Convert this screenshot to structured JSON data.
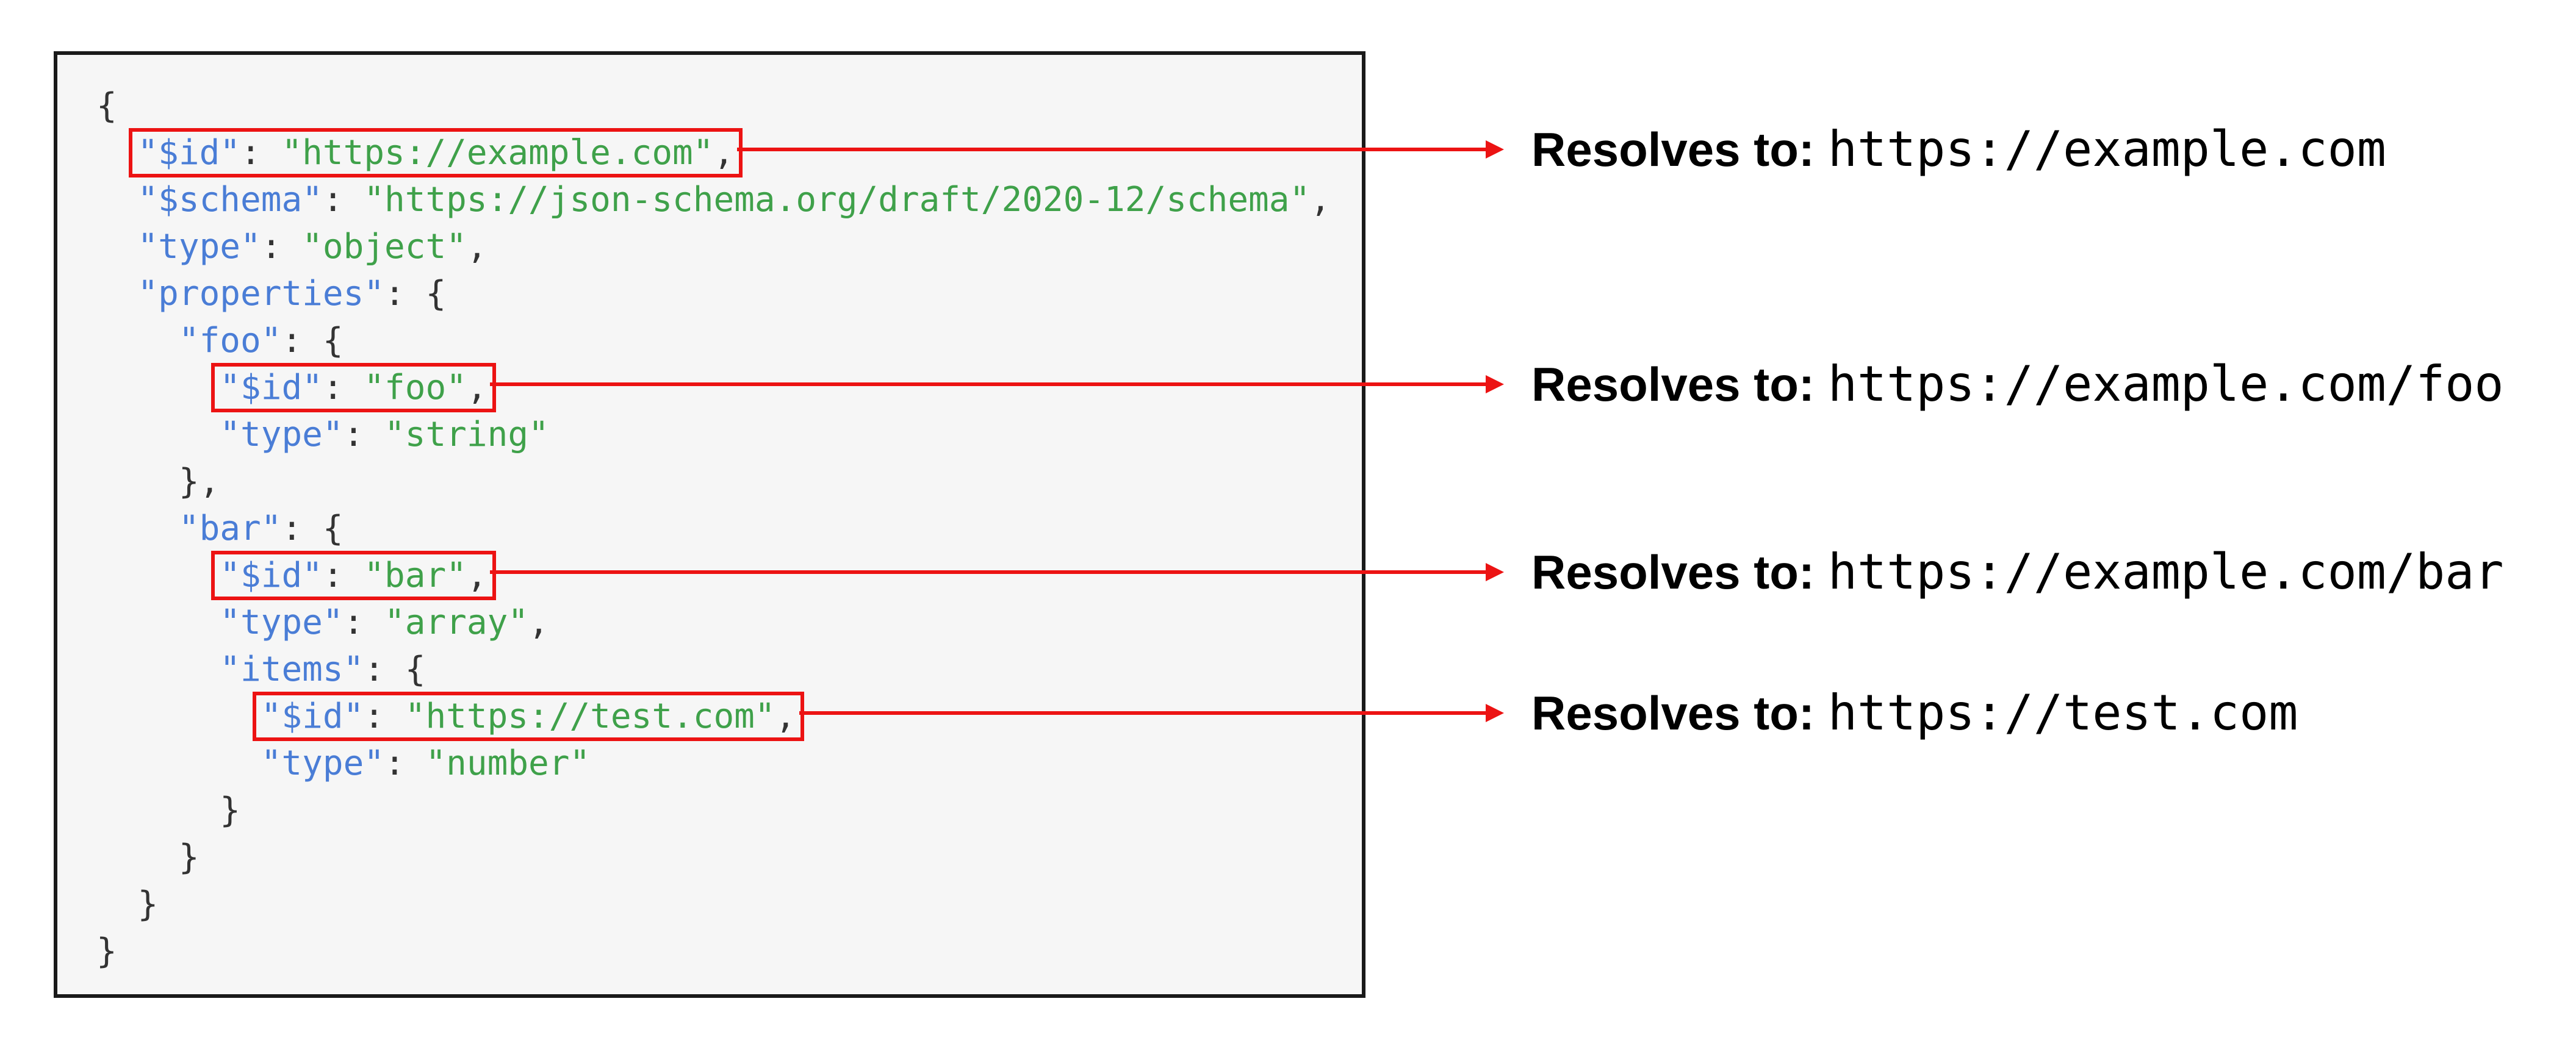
{
  "diagram": {
    "colors": {
      "page_bg": "#ffffff",
      "code_bg": "#f6f6f6",
      "code_border": "#1a1a1a",
      "key": "#4a7dd6",
      "string": "#3fa14a",
      "punct": "#333333",
      "red": "#ec1313",
      "text": "#000000"
    },
    "code": {
      "lines": [
        {
          "indent": "",
          "tokens": [
            {
              "t": "p",
              "v": "{"
            }
          ]
        },
        {
          "indent": "  ",
          "boxed": 0,
          "tokens": [
            {
              "t": "k",
              "v": "\"$id\""
            },
            {
              "t": "p",
              "v": ": "
            },
            {
              "t": "s",
              "v": "\"https://example.com\""
            },
            {
              "t": "p",
              "v": ","
            }
          ]
        },
        {
          "indent": "  ",
          "tokens": [
            {
              "t": "k",
              "v": "\"$schema\""
            },
            {
              "t": "p",
              "v": ": "
            },
            {
              "t": "s",
              "v": "\"https://json-schema.org/draft/2020-12/schema\""
            },
            {
              "t": "p",
              "v": ","
            }
          ]
        },
        {
          "indent": "  ",
          "tokens": [
            {
              "t": "k",
              "v": "\"type\""
            },
            {
              "t": "p",
              "v": ": "
            },
            {
              "t": "s",
              "v": "\"object\""
            },
            {
              "t": "p",
              "v": ","
            }
          ]
        },
        {
          "indent": "  ",
          "tokens": [
            {
              "t": "k",
              "v": "\"properties\""
            },
            {
              "t": "p",
              "v": ": {"
            }
          ]
        },
        {
          "indent": "    ",
          "tokens": [
            {
              "t": "k",
              "v": "\"foo\""
            },
            {
              "t": "p",
              "v": ": {"
            }
          ]
        },
        {
          "indent": "      ",
          "boxed": 1,
          "tokens": [
            {
              "t": "k",
              "v": "\"$id\""
            },
            {
              "t": "p",
              "v": ": "
            },
            {
              "t": "s",
              "v": "\"foo\""
            },
            {
              "t": "p",
              "v": ","
            }
          ]
        },
        {
          "indent": "      ",
          "tokens": [
            {
              "t": "k",
              "v": "\"type\""
            },
            {
              "t": "p",
              "v": ": "
            },
            {
              "t": "s",
              "v": "\"string\""
            }
          ]
        },
        {
          "indent": "    ",
          "tokens": [
            {
              "t": "p",
              "v": "},"
            }
          ]
        },
        {
          "indent": "    ",
          "tokens": [
            {
              "t": "k",
              "v": "\"bar\""
            },
            {
              "t": "p",
              "v": ": {"
            }
          ]
        },
        {
          "indent": "      ",
          "boxed": 2,
          "tokens": [
            {
              "t": "k",
              "v": "\"$id\""
            },
            {
              "t": "p",
              "v": ": "
            },
            {
              "t": "s",
              "v": "\"bar\""
            },
            {
              "t": "p",
              "v": ","
            }
          ]
        },
        {
          "indent": "      ",
          "tokens": [
            {
              "t": "k",
              "v": "\"type\""
            },
            {
              "t": "p",
              "v": ": "
            },
            {
              "t": "s",
              "v": "\"array\""
            },
            {
              "t": "p",
              "v": ","
            }
          ]
        },
        {
          "indent": "      ",
          "tokens": [
            {
              "t": "k",
              "v": "\"items\""
            },
            {
              "t": "p",
              "v": ": {"
            }
          ]
        },
        {
          "indent": "        ",
          "boxed": 3,
          "tokens": [
            {
              "t": "k",
              "v": "\"$id\""
            },
            {
              "t": "p",
              "v": ": "
            },
            {
              "t": "s",
              "v": "\"https://test.com\""
            },
            {
              "t": "p",
              "v": ","
            }
          ]
        },
        {
          "indent": "        ",
          "tokens": [
            {
              "t": "k",
              "v": "\"type\""
            },
            {
              "t": "p",
              "v": ": "
            },
            {
              "t": "s",
              "v": "\"number\""
            }
          ]
        },
        {
          "indent": "      ",
          "tokens": [
            {
              "t": "p",
              "v": "}"
            }
          ]
        },
        {
          "indent": "    ",
          "tokens": [
            {
              "t": "p",
              "v": "}"
            }
          ]
        },
        {
          "indent": "  ",
          "tokens": [
            {
              "t": "p",
              "v": "}"
            }
          ]
        },
        {
          "indent": "",
          "tokens": [
            {
              "t": "p",
              "v": "}"
            }
          ]
        }
      ]
    },
    "annotations": {
      "rows": [
        {
          "label": "Resolves to:",
          "value": "https://example.com"
        },
        {
          "label": "Resolves to:",
          "value": "https://example.com/foo"
        },
        {
          "label": "Resolves to:",
          "value": "https://example.com/bar"
        },
        {
          "label": "Resolves to:",
          "value": "https://test.com"
        }
      ]
    }
  }
}
